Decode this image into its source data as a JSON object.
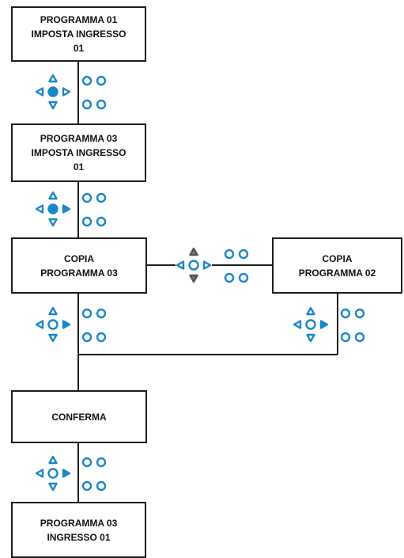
{
  "colors": {
    "accent": "#1b87c6",
    "muted": "#7a7a7a",
    "line": "#1c1c1c"
  },
  "boxes": {
    "box1": "PROGRAMMA 01\nIMPOSTA INGRESSO\n01",
    "box2": "PROGRAMMA 03\nIMPOSTA INGRESSO\n01",
    "box3": "COPIA\nPROGRAMMA 03",
    "box4": "COPIA\nPROGRAMMA 02",
    "box5": "CONFERMA",
    "box6": "PROGRAMMA 03\nINGRESSO 01"
  },
  "keypads": [
    {
      "id": "keypad-1",
      "up": "outline",
      "down": "outline",
      "left": "outline",
      "right": "outline",
      "center": "filled"
    },
    {
      "id": "keypad-2",
      "up": "outline",
      "down": "outline",
      "left": "outline",
      "right": "filled",
      "center": "filled"
    },
    {
      "id": "keypad-3",
      "up": "gray",
      "down": "gray",
      "left": "outline",
      "right": "outline",
      "center": "outline"
    },
    {
      "id": "keypad-4",
      "up": "outline",
      "down": "outline",
      "left": "outline",
      "right": "filled",
      "center": "outline"
    },
    {
      "id": "keypad-5",
      "up": "outline",
      "down": "outline",
      "left": "outline",
      "right": "filled",
      "center": "outline"
    },
    {
      "id": "keypad-6",
      "up": "outline",
      "down": "outline",
      "left": "outline",
      "right": "filled",
      "center": "outline"
    }
  ]
}
